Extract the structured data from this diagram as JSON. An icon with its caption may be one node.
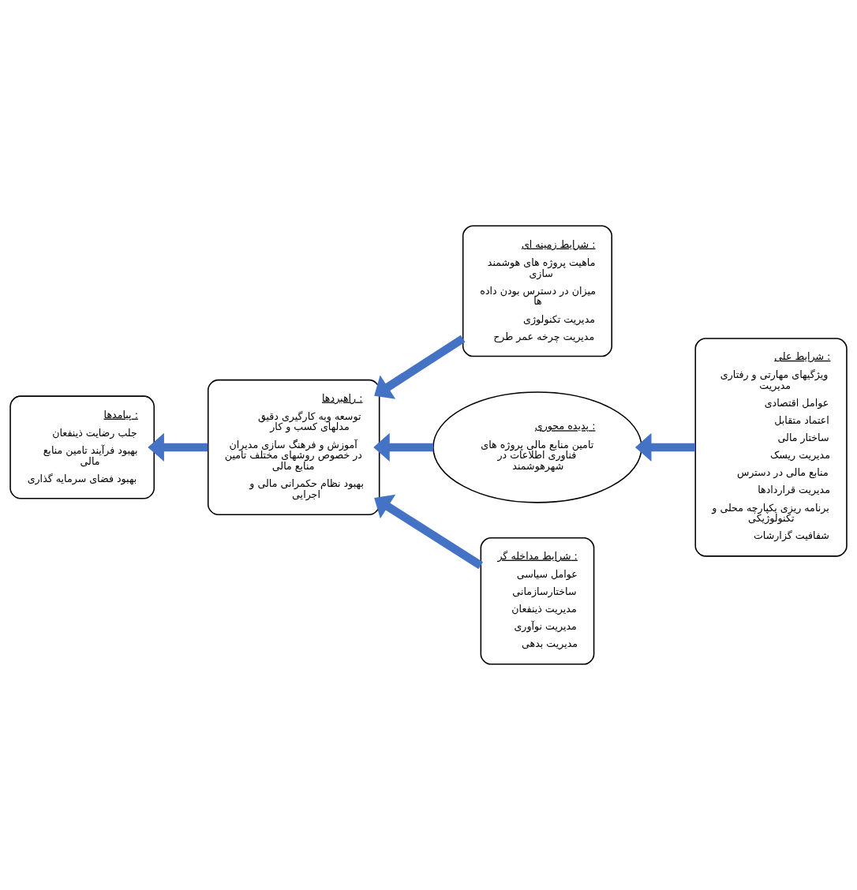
{
  "diagram": {
    "nodes": [
      {
        "text": [
          "شرایط زمینه ای :",
          "ماهیت پروژه های هوشمند سازی",
          "میزان در دسترس بودن داده ها",
          "مدیریت تکنولوژی",
          "مدیریت چرخه عمر طرح"
        ]
      },
      {
        "text": [
          "پیامدها :",
          "جلب رضایت ذینفعان",
          "بهبود فرآیند تامین منابع مالی",
          "بهبود فضای سرمایه گذاری"
        ]
      },
      {
        "text": [
          "راهبردها :",
          "توسعه وبه کارگیری دقیق مدلهای کسب و کار",
          "آموزش و فرهنگ سازی مدیران در خصوص روشهای مختلف تامین منابع مالی",
          "بهبود نظام حکمرانی مالی و اجرایی"
        ]
      },
      {
        "text": [
          "پدیده محوری :",
          "تامین منابع مالی پروژه های فناوری اطلاعات در شهرهوشمند"
        ]
      },
      {
        "text": [
          "شرایط علی :",
          "ویژگیهای مهارتی و رفتاری مدیریت",
          "عوامل اقتصادی",
          "اعتماد متقابل",
          "ساختار مالی",
          "مدیریت ریسک",
          "منابع مالی در دسترس",
          "مدیریت قراردادها",
          "برنامه ریزی یکپارچه محلی و تکنولوژیکی",
          "شفافیت گزارشات"
        ]
      },
      {
        "text": [
          "شرایط مداخله گر :",
          "عوامل سیاسی",
          "ساختارسازمانی",
          "مدیریت ذینفعان",
          "مدیریت نوآوری",
          "مدیریت بدهی"
        ]
      }
    ],
    "edges": [
      {
        "from": 0,
        "to": 2,
        "arrow": "to"
      },
      {
        "from": 2,
        "to": 1,
        "arrow": "to"
      },
      {
        "from": 3,
        "to": 2,
        "arrow": "to"
      },
      {
        "from": 4,
        "to": 3,
        "arrow": "to"
      },
      {
        "from": 5,
        "to": 2,
        "arrow": "to"
      }
    ]
  }
}
